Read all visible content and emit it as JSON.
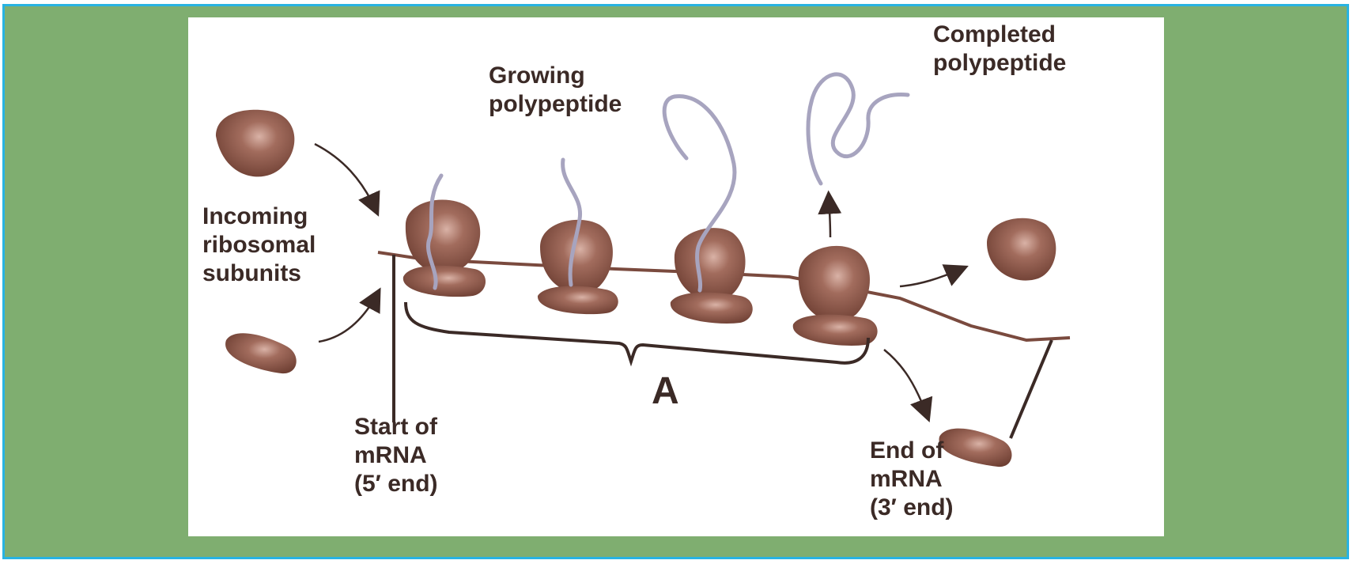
{
  "labels": {
    "incoming_subunits": "Incoming\nribosomal\nsubunits",
    "growing_polypeptide": "Growing\npolypeptide",
    "completed_polypeptide": "Completed\npolypeptide",
    "start_mrna": "Start of\nmRNA\n(5′ end)",
    "end_mrna": "End of\nmRNA\n(3′ end)",
    "bracket_letter": "A"
  },
  "colors": {
    "frame_background": "#7fae70",
    "frame_border": "#28b3e2",
    "ribosome": "#8a5446",
    "polypeptide": "#a7a4bf",
    "text": "#3b2a26"
  }
}
